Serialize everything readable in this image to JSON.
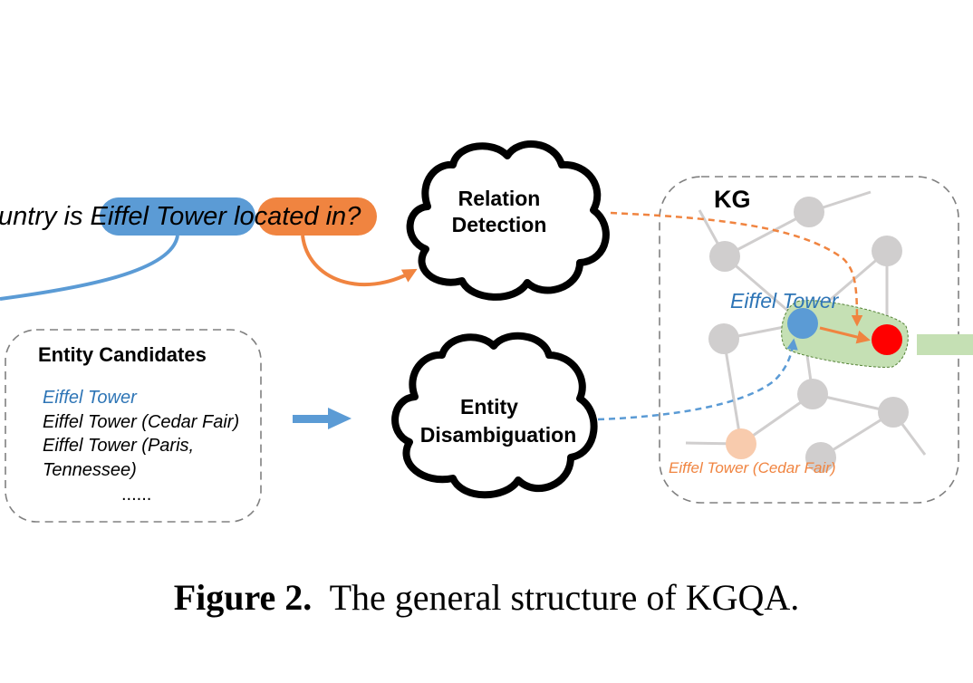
{
  "question": {
    "prefix": "untry is ",
    "entity_span": "Eiffel Tower",
    "relation_span": "located in",
    "suffix": "?"
  },
  "modules": {
    "relation_detection": [
      "Relation",
      "Detection"
    ],
    "entity_disambiguation": [
      "Entity",
      "Disambiguation"
    ]
  },
  "entity_candidates": {
    "title": "Entity Candidates",
    "items": [
      {
        "text": "Eiffel Tower",
        "selected": true
      },
      {
        "text": "Eiffel Tower (Cedar Fair)",
        "selected": false
      },
      {
        "text": "Eiffel Tower (Paris,",
        "selected": false
      },
      {
        "text": "Tennessee)",
        "selected": false
      }
    ],
    "ellipsis": "......"
  },
  "kg": {
    "title": "KG",
    "topic_entity_label": "Eiffel Tower",
    "distractor_label": "Eiffel Tower (Cedar Fair)"
  },
  "caption": {
    "label": "Figure 2.",
    "text": "The general structure of KGQA."
  },
  "colors": {
    "entity_blue": "#5b9bd5",
    "entity_text_blue": "#2e75b6",
    "relation_orange": "#f08440",
    "answer_red": "#ff0000",
    "node_gray": "#d0cece",
    "distractor_peach": "#f8cbad",
    "subgraph_green": "#c5e0b4"
  }
}
